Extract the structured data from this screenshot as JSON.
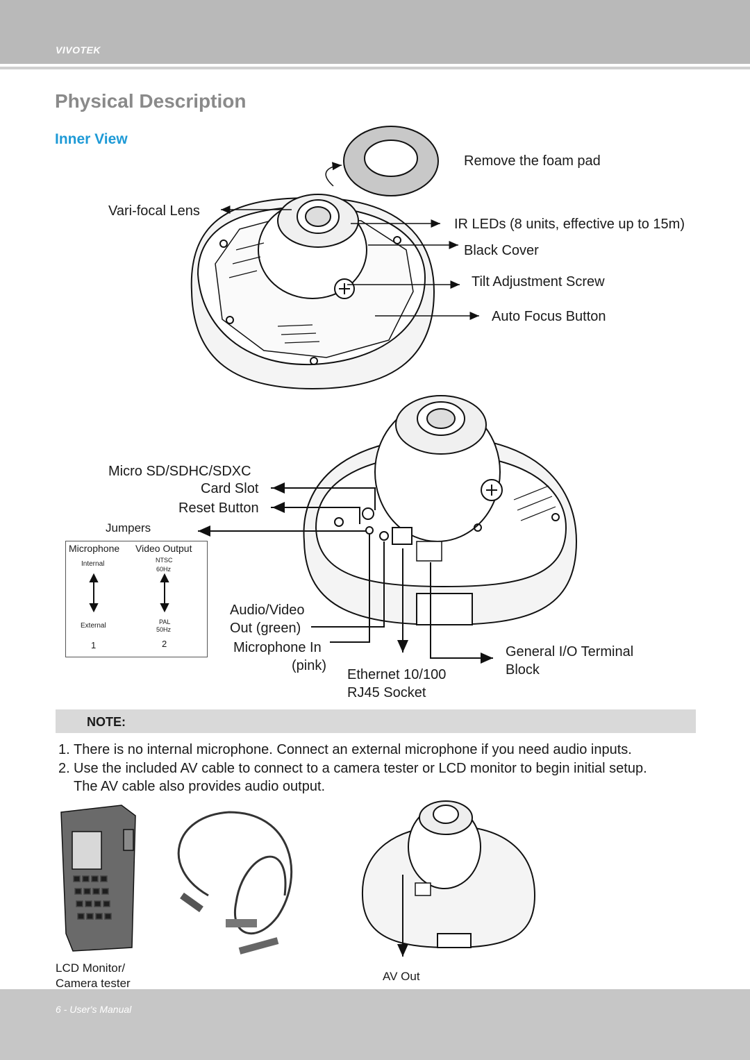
{
  "header": {
    "brand": "VIVOTEK"
  },
  "page_title": "Physical Description",
  "section_title": "Inner View",
  "top_labels": {
    "foam_pad": "Remove the foam pad",
    "lens": "Vari-focal Lens",
    "ir_leds": "IR LEDs (8 units, effective up to 15m)",
    "black_cover": "Black Cover",
    "tilt_screw": "Tilt Adjustment Screw",
    "auto_focus": "Auto Focus Button"
  },
  "bottom_labels": {
    "card_slot_line1": "Micro SD/SDHC/SDXC",
    "card_slot_line2": "Card Slot",
    "reset": "Reset Button",
    "jumpers": "Jumpers",
    "av_line1": "Audio/Video",
    "av_line2": "Out (green)",
    "mic_line1": "Microphone In",
    "mic_line2": "(pink)",
    "eth_line1": "Ethernet 10/100",
    "eth_line2": "RJ45 Socket",
    "io_line1": "General I/O Terminal",
    "io_line2": "Block"
  },
  "jumper_table": {
    "col1_header": "Microphone",
    "col2_header": "Video Output",
    "col1_top": "Internal",
    "col2_top_a": "NTSC",
    "col2_top_b": "60Hz",
    "col1_bottom": "External",
    "col2_bottom_a": "PAL",
    "col2_bottom_b": "50Hz",
    "col1_number": "1",
    "col2_number": "2"
  },
  "note": {
    "title": "NOTE:",
    "items": [
      {
        "num": "1.",
        "text": "There is no internal microphone. Connect an external microphone if you need audio inputs."
      },
      {
        "num": "2.",
        "text": "Use the included AV cable to connect to a camera tester or LCD monitor to begin initial setup."
      },
      {
        "num": "",
        "text": "The AV cable also provides audio output."
      }
    ]
  },
  "bottom_captions": {
    "tester_line1": "LCD Monitor/",
    "tester_line2": "Camera tester",
    "av_out": "AV Out"
  },
  "footer": {
    "page_label": "6 - User's Manual"
  },
  "colors": {
    "header": "#b9b9b9",
    "title_gray": "#8a8a8a",
    "accent_blue": "#1e9ad6",
    "note_bar": "#d9d9d9",
    "footer": "#c6c6c6"
  }
}
